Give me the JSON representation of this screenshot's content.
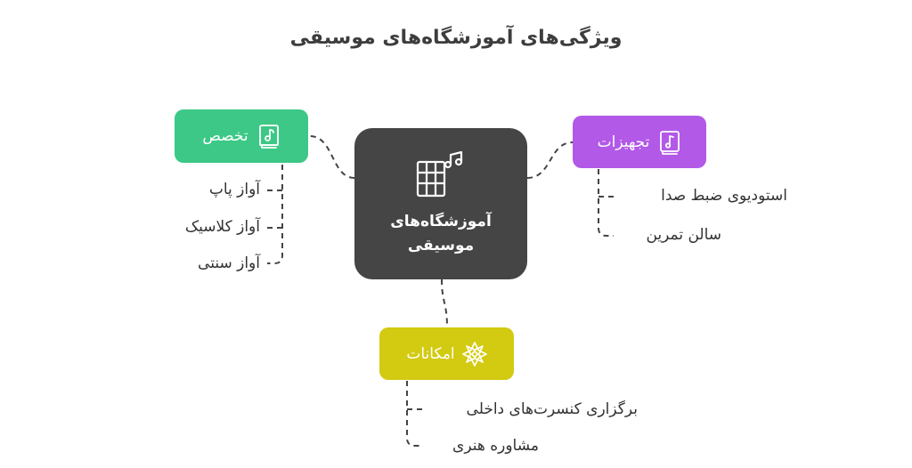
{
  "title": "ویژگی‌های آموزشگاه‌های موسیقی",
  "center": {
    "line1": "آموزشگاه‌های",
    "line2": "موسیقی",
    "icon": "music-books-icon"
  },
  "nodes": {
    "specialty": {
      "label": "تخصص",
      "icon": "music-book-icon",
      "color": "#3dc887",
      "items": [
        "آواز پاپ",
        "آواز کلاسیک",
        "آواز سنتی"
      ]
    },
    "equipment": {
      "label": "تجهیزات",
      "icon": "music-note-book-icon",
      "color": "#b259e8",
      "items": [
        "استودیوی ضبط صدا",
        "سالن تمرین"
      ]
    },
    "facilities": {
      "label": "امکانات",
      "icon": "ornament-icon",
      "color": "#d3ca12",
      "items": [
        "برگزاری کنسرت‌های داخلی",
        "مشاوره هنری"
      ]
    }
  },
  "colors": {
    "center": "#454545",
    "connector": "#444444"
  }
}
